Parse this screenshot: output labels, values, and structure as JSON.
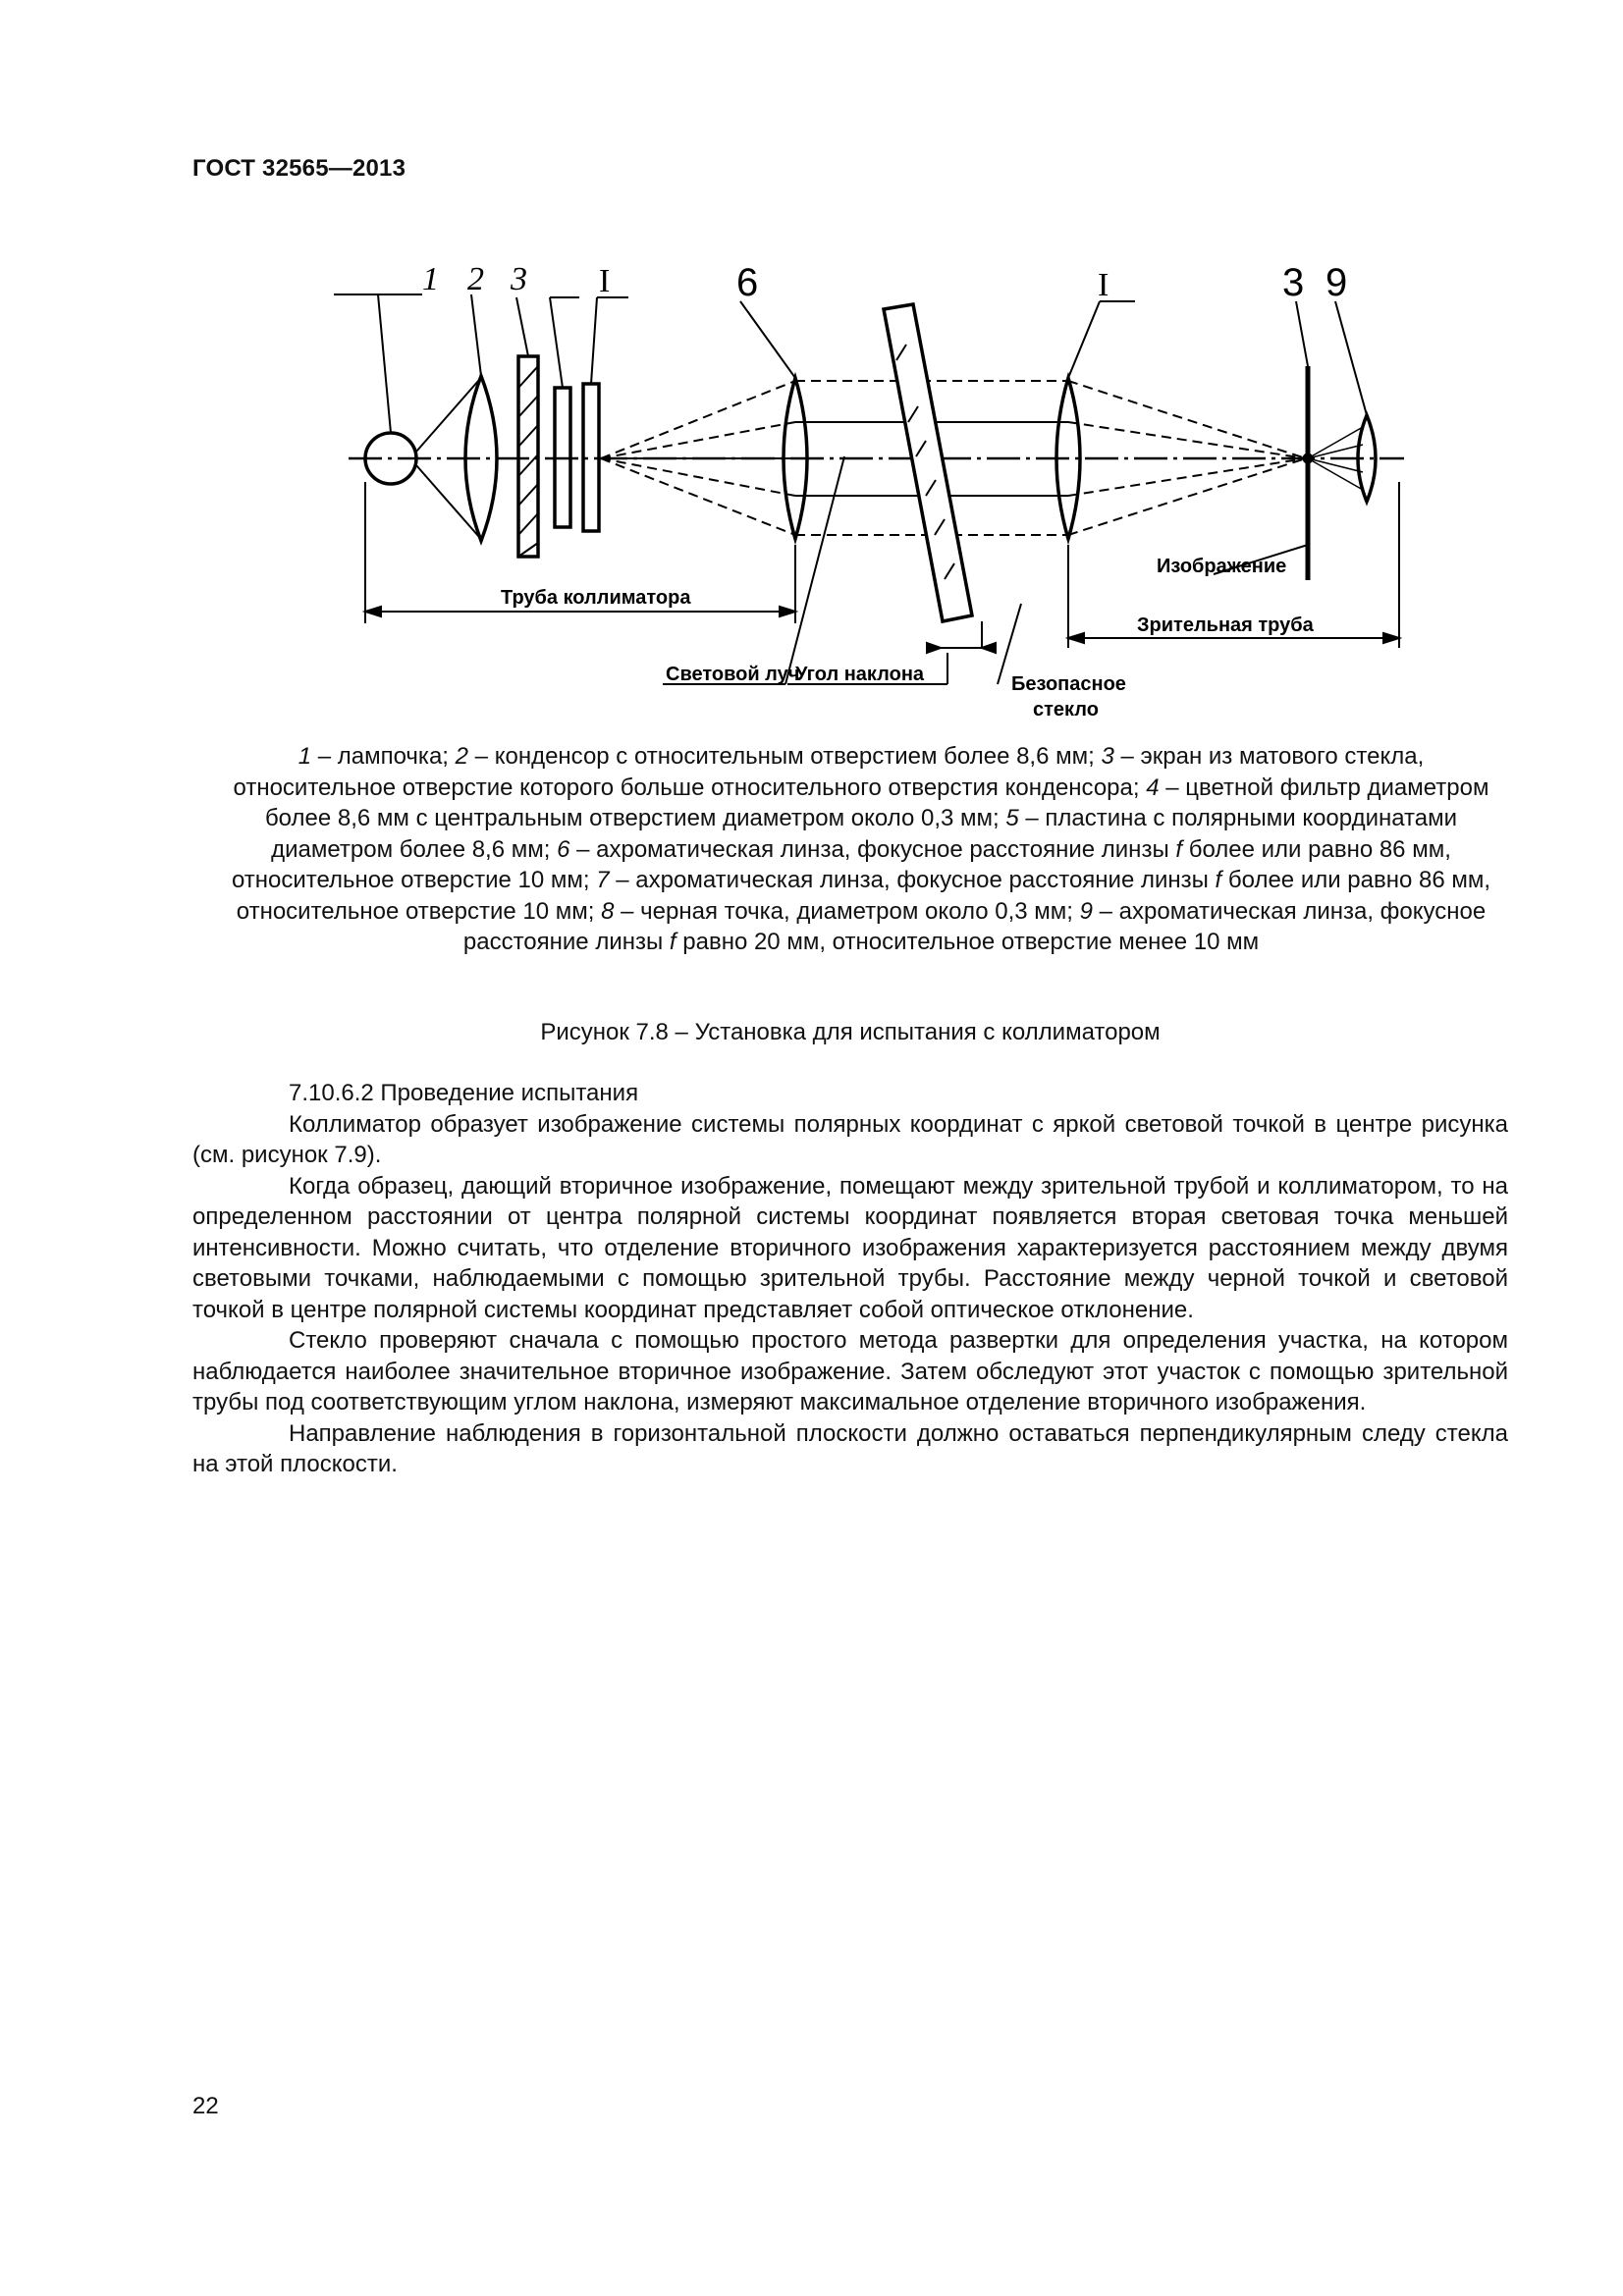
{
  "header": {
    "standard": "ГОСТ 32565—2013"
  },
  "figure": {
    "numbers": [
      "1",
      "2",
      "3",
      "I",
      "6",
      "I",
      "3",
      "9"
    ],
    "labels": {
      "collimator_tube": "Труба коллиматора",
      "image": "Изображение",
      "viewing_tube": "Зрительная труба",
      "light_beam": "Световой луч",
      "tilt_angle": "Угол наклона",
      "safety_glass_1": "Безопасное",
      "safety_glass_2": "стекло"
    }
  },
  "legend": {
    "items": [
      {
        "num": "1",
        "text": " – лампочка; "
      },
      {
        "num": "2",
        "text": " – конденсор с относительным отверстием более 8,6 мм; "
      },
      {
        "num": "3",
        "text": " – экран из матового стекла, относительное отверстие которого больше относительного отверстия конденсора; "
      },
      {
        "num": "4",
        "text": " – цветной фильтр диаметром более 8,6 мм с центральным отверстием диаметром около 0,3 мм; "
      },
      {
        "num": "5",
        "text": " – пластина с полярными координатами диаметром более 8,6 мм; "
      },
      {
        "num": "6",
        "text": " – ахроматическая линза, фокусное расстояние линзы "
      },
      {
        "num": "f",
        "text": " более или равно 86 мм, относительное отверстие 10 мм; "
      },
      {
        "num": "7",
        "text": " – ахроматическая линза, фокусное расстояние линзы "
      },
      {
        "num": "f",
        "text": " более или равно 86 мм, относительное отверстие 10 мм; "
      },
      {
        "num": "8",
        "text": " – черная точка, диаметром около 0,3 мм; "
      },
      {
        "num": "9",
        "text": " – ахроматическая линза, фокусное расстояние линзы "
      },
      {
        "num": "f",
        "text": " равно 20 мм, относительное отверстие менее 10 мм"
      }
    ]
  },
  "caption": "Рисунок 7.8 – Установка для испытания с коллиматором",
  "body": {
    "subsection": "7.10.6.2 Проведение испытания",
    "paragraphs": [
      "Коллиматор образует изображение системы полярных координат с яркой световой точкой в центре рисунка (см. рисунок 7.9).",
      "Когда образец, дающий вторичное изображение, помещают между зрительной трубой и коллиматором, то на определенном расстоянии от центра полярной системы координат появляется вторая световая точка меньшей интенсивности. Можно считать, что отделение вторичного изображения характеризуется расстоянием между двумя световыми точками, наблюдаемыми с помощью зрительной трубы. Расстояние между черной точкой и световой точкой в центре полярной системы координат представляет собой оптическое отклонение.",
      "Стекло проверяют сначала с помощью простого метода развертки для определения участка, на котором наблюдается наиболее значительное вторичное изображение. Затем обследуют этот участок с помощью зрительной трубы под соответствующим углом наклона, измеряют максимальное отделение вторичного изображения.",
      "Направление наблюдения в горизонтальной плоскости должно оставаться перпендикулярным следу стекла на этой плоскости."
    ]
  },
  "page_number": "22"
}
